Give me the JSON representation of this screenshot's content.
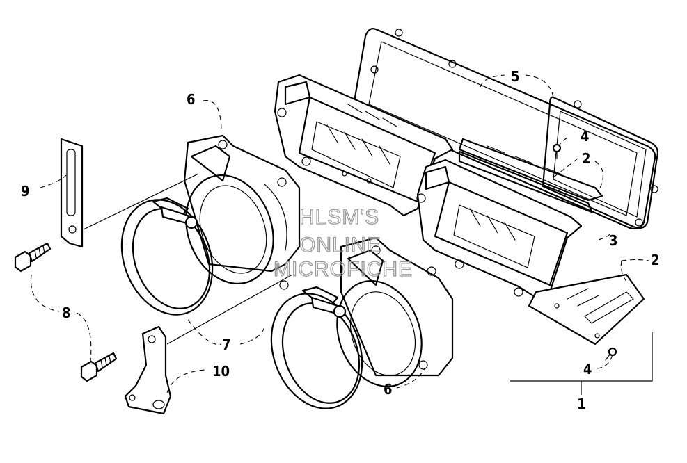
{
  "watermark": {
    "line1": "HLSM'S",
    "line2": "ONLINE",
    "line3": "MICROFICHE"
  },
  "callouts": [
    {
      "id": "c6a",
      "label": "6"
    },
    {
      "id": "c9",
      "label": "9"
    },
    {
      "id": "c8",
      "label": "8"
    },
    {
      "id": "c7",
      "label": "7"
    },
    {
      "id": "c10",
      "label": "10"
    },
    {
      "id": "c6b",
      "label": "6"
    },
    {
      "id": "c5",
      "label": "5"
    },
    {
      "id": "c4a",
      "label": "4"
    },
    {
      "id": "c2a",
      "label": "2"
    },
    {
      "id": "c3",
      "label": "3"
    },
    {
      "id": "c2b",
      "label": "2"
    },
    {
      "id": "c4b",
      "label": "4"
    },
    {
      "id": "c1",
      "label": "1"
    }
  ]
}
